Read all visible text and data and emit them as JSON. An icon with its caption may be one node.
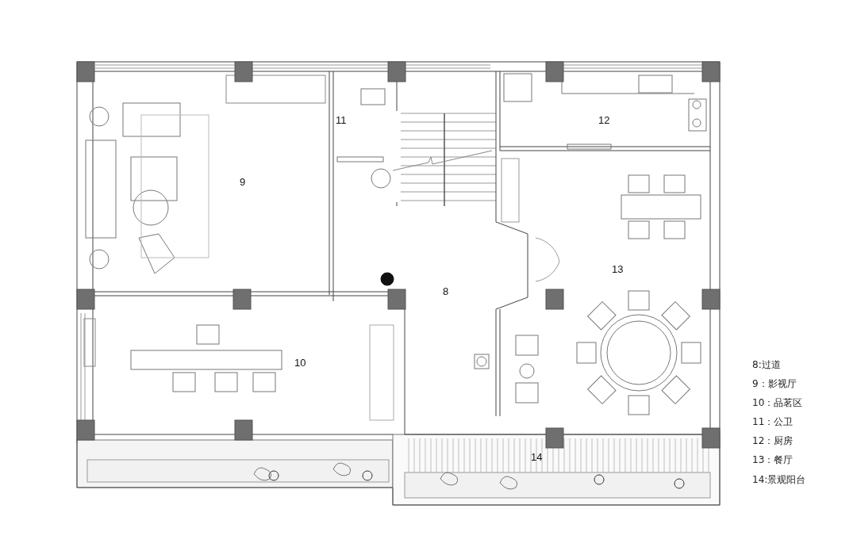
{
  "diagram": {
    "labels": [
      "11",
      "12",
      "9",
      "13",
      "8",
      "10",
      "14",
      "8:过道",
      "9：影视厅",
      "10：品茗区",
      "11：公卫",
      "12：厨房",
      "13：餐厅",
      "14:景观阳台"
    ]
  }
}
